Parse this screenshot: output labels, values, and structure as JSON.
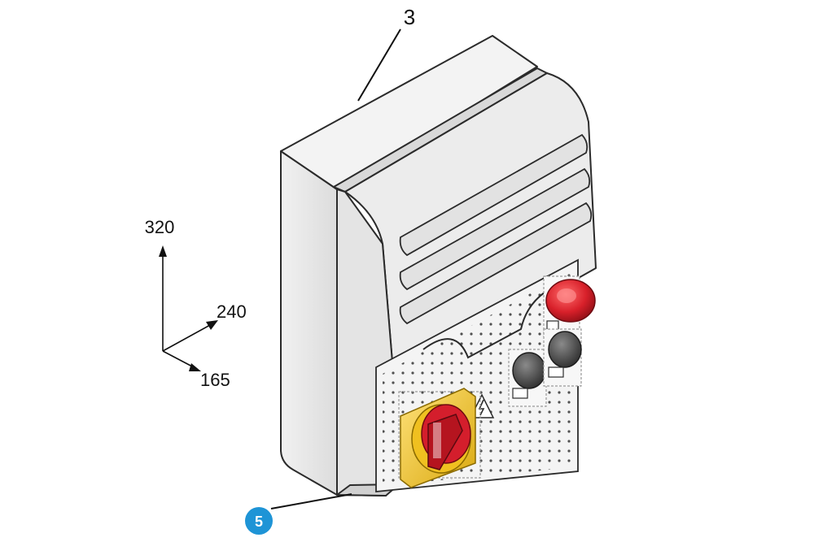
{
  "diagram": {
    "part_label_top": "3",
    "part_label_bottom": "5",
    "dimensions": {
      "height": "320",
      "depth": "240",
      "width": "165"
    }
  },
  "colors": {
    "housing": "#e9e9e9",
    "outline": "#2b2b2b",
    "emergency_stop": "#d8202a",
    "switch_collar": "#f2c417",
    "switch_knob": "#d41e2c",
    "push_button": "#4a4a4a",
    "callout_badge": "#1e94d6"
  }
}
